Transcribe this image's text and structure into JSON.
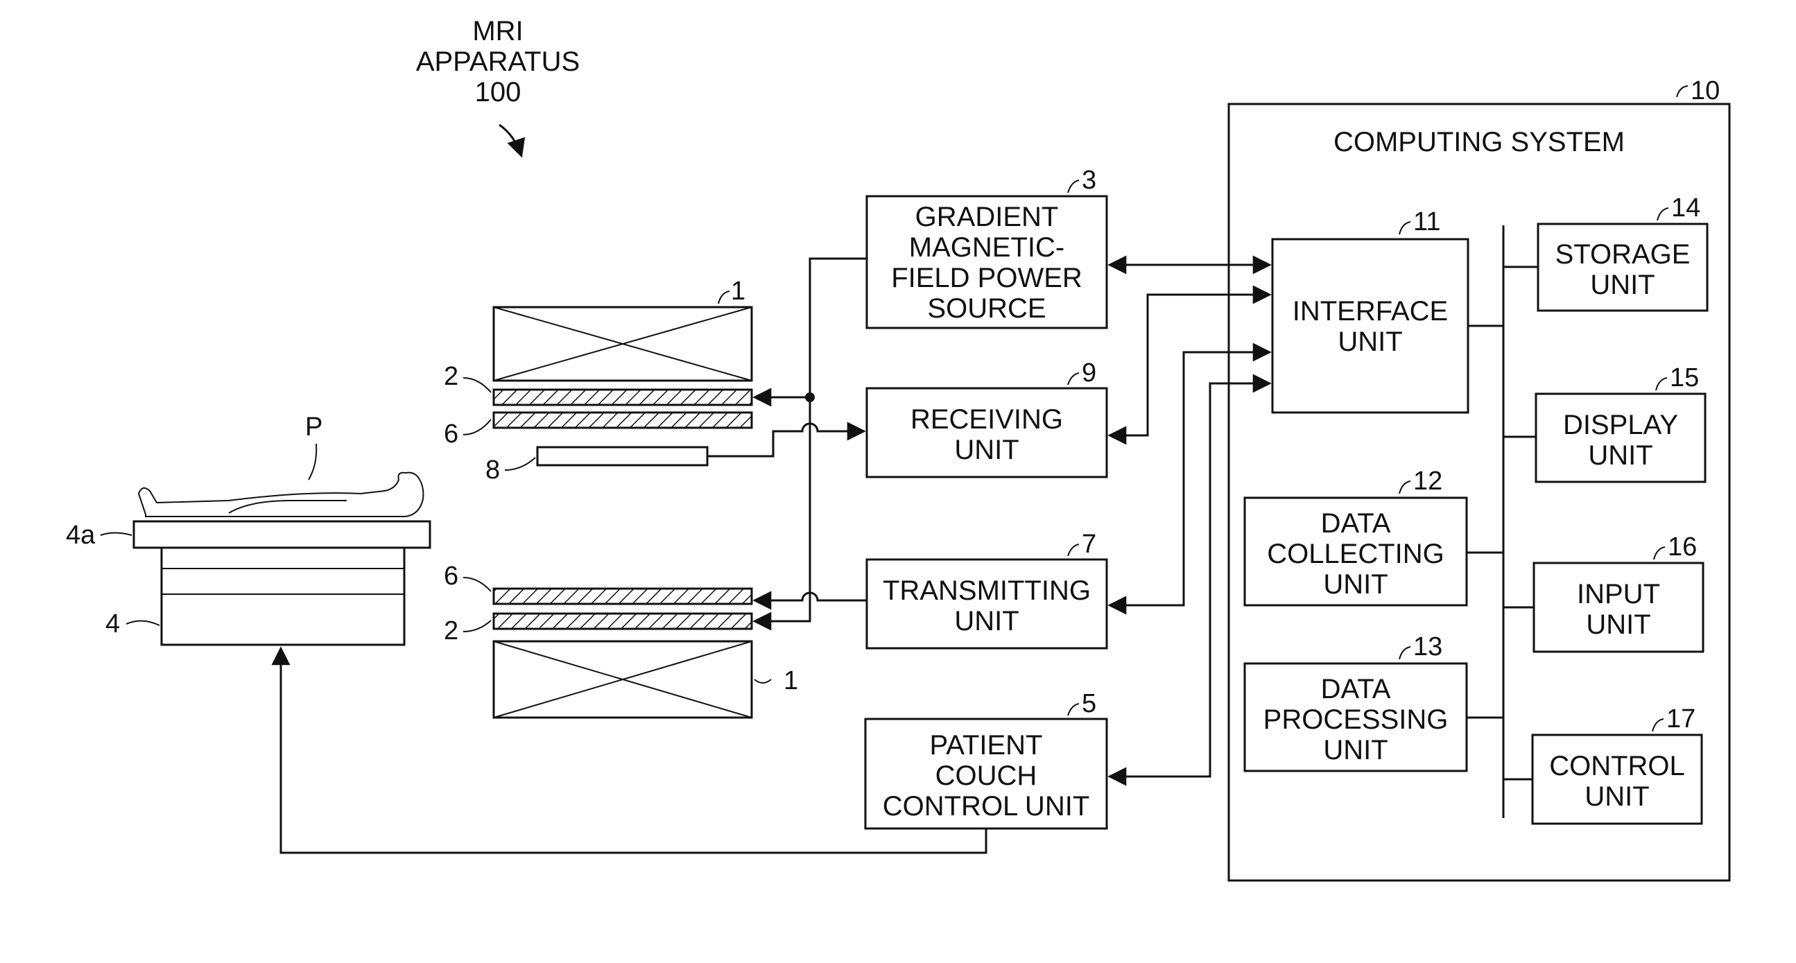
{
  "apparatus": {
    "line1": "MRI",
    "line2": "APPARATUS",
    "line3": "100"
  },
  "computing": {
    "title": "COMPUTING SYSTEM",
    "ref": "10"
  },
  "gradient_power": {
    "lines": [
      "GRADIENT",
      "MAGNETIC-",
      "FIELD POWER",
      "SOURCE"
    ],
    "ref": "3"
  },
  "receiving": {
    "lines": [
      "RECEIVING",
      "UNIT"
    ],
    "ref": "9"
  },
  "transmitting": {
    "lines": [
      "TRANSMITTING",
      "UNIT"
    ],
    "ref": "7"
  },
  "couch_control": {
    "lines": [
      "PATIENT",
      "COUCH",
      "CONTROL UNIT"
    ],
    "ref": "5"
  },
  "interface": {
    "lines": [
      "INTERFACE",
      "UNIT"
    ],
    "ref": "11"
  },
  "data_collecting": {
    "lines": [
      "DATA",
      "COLLECTING",
      "UNIT"
    ],
    "ref": "12"
  },
  "data_processing": {
    "lines": [
      "DATA",
      "PROCESSING",
      "UNIT"
    ],
    "ref": "13"
  },
  "storage": {
    "lines": [
      "STORAGE",
      "UNIT"
    ],
    "ref": "14"
  },
  "display": {
    "lines": [
      "DISPLAY",
      "UNIT"
    ],
    "ref": "15"
  },
  "input": {
    "lines": [
      "INPUT",
      "UNIT"
    ],
    "ref": "16"
  },
  "control": {
    "lines": [
      "CONTROL",
      "UNIT"
    ],
    "ref": "17"
  },
  "refs": {
    "magnet_top": "1",
    "magnet_bottom": "1",
    "gradient_coil_top": "2",
    "gradient_coil_bottom": "2",
    "rf_coil_top": "6",
    "rf_coil_bottom": "6",
    "receive_coil": "8",
    "patient": "P",
    "couch_top": "4a",
    "couch": "4"
  }
}
